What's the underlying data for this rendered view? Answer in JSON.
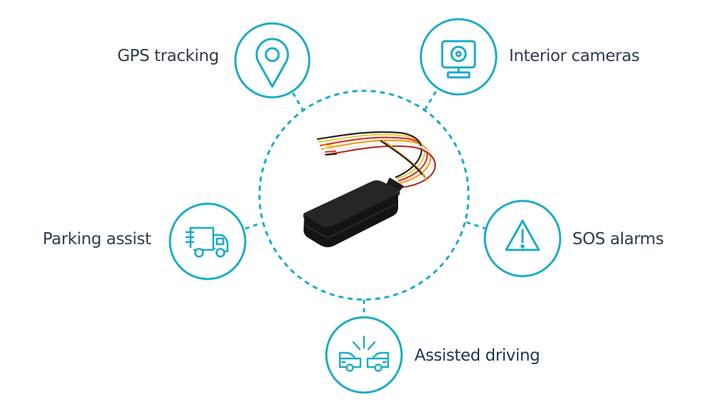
{
  "diagram": {
    "accent_color": "#1aabc8",
    "text_color": "#2e3d4c",
    "center": {
      "name": "GPS tracker device",
      "body_color": "#1e1e1e",
      "wire_colors": [
        "#d9342b",
        "#f0a020",
        "#e8d040",
        "#222222",
        "#f2f2f2",
        "#b0302a"
      ]
    },
    "features": [
      {
        "id": "gps",
        "label": "GPS tracking",
        "icon": "map-pin-icon"
      },
      {
        "id": "cameras",
        "label": "Interior cameras",
        "icon": "webcam-icon"
      },
      {
        "id": "parking",
        "label": "Parking assist",
        "icon": "delivery-truck-icon"
      },
      {
        "id": "sos",
        "label": "SOS alarms",
        "icon": "warning-triangle-icon"
      },
      {
        "id": "driving",
        "label": "Assisted driving",
        "icon": "car-collision-icon"
      }
    ]
  }
}
